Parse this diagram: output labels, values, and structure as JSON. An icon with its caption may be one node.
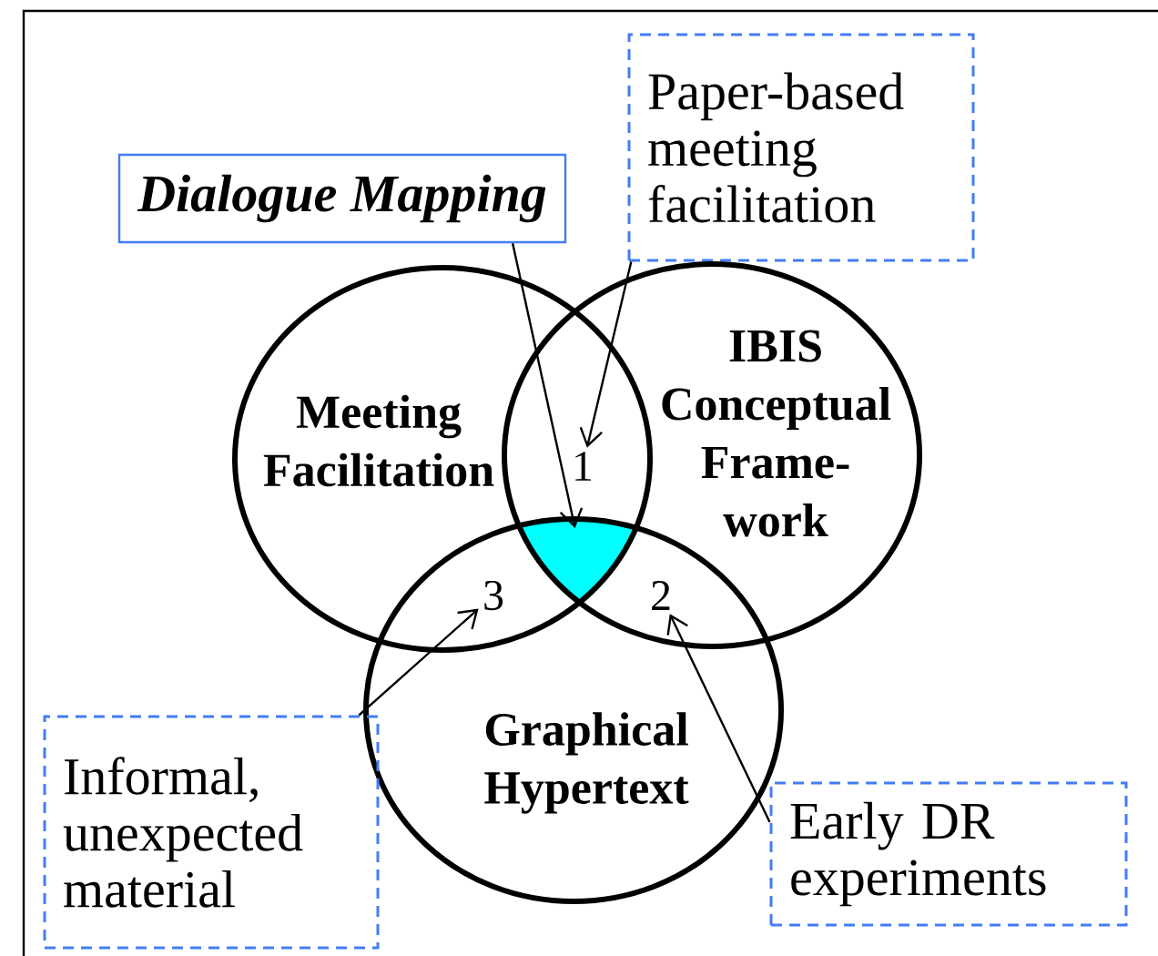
{
  "diagram": {
    "nodes": [
      {
        "text": [
          "Dialogue Mapping"
        ]
      },
      {
        "text": [
          "Paper-based meeting facilitation"
        ]
      },
      {
        "text": [
          "Meeting Facilitation"
        ]
      },
      {
        "text": [
          "IBIS Conceptual Frame- work"
        ]
      },
      {
        "text": [
          "Graphical Hypertext"
        ]
      },
      {
        "text": [],
        "shape": "region"
      },
      {
        "text": [
          "1"
        ]
      },
      {
        "text": [
          "3"
        ]
      },
      {
        "text": [
          "2"
        ]
      },
      {
        "text": [
          "Informal, unexpected material"
        ]
      },
      {
        "text": [
          "Early DR experiments"
        ]
      }
    ],
    "edges": [
      {
        "from": 0,
        "to": 5,
        "arrow": "to"
      },
      {
        "from": 1,
        "to": 6,
        "arrow": "to"
      },
      {
        "from": 9,
        "to": 7,
        "arrow": "to"
      },
      {
        "from": 10,
        "to": 8,
        "arrow": "to"
      }
    ]
  }
}
